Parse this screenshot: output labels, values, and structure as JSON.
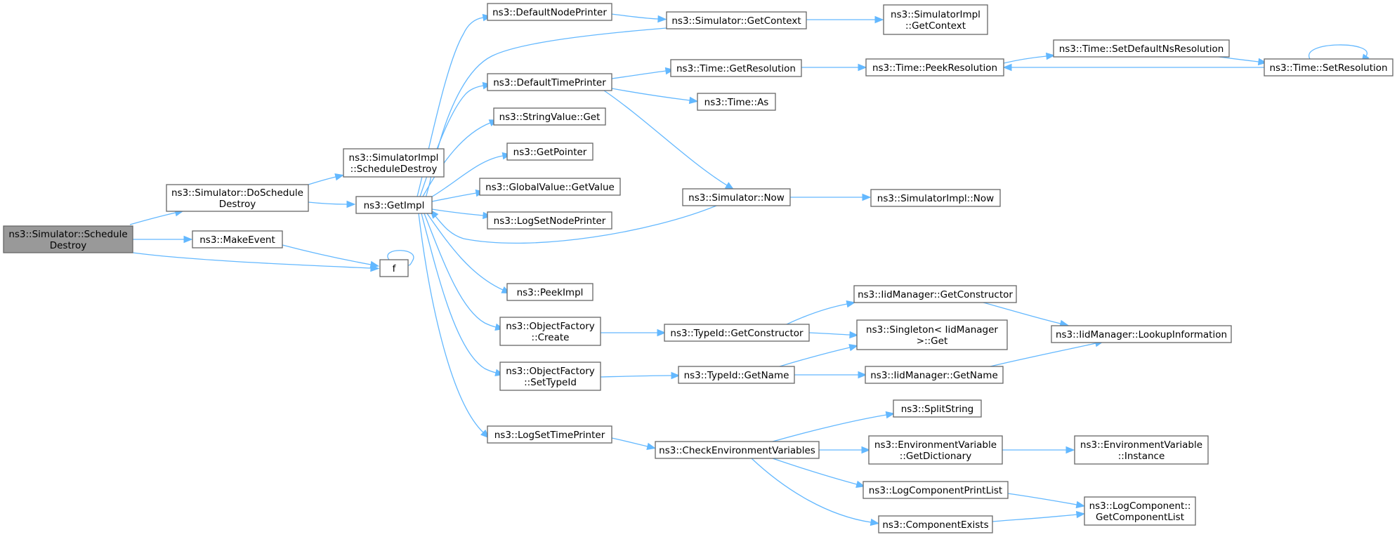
{
  "graph": {
    "nodes": [
      {
        "id": "schedule_destroy",
        "lines": [
          "ns3::Simulator::Schedule",
          "Destroy"
        ],
        "root": true
      },
      {
        "id": "do_schedule_destroy",
        "lines": [
          "ns3::Simulator::DoSchedule",
          "Destroy"
        ]
      },
      {
        "id": "make_event",
        "lines": [
          "ns3::MakeEvent"
        ]
      },
      {
        "id": "f",
        "lines": [
          "f"
        ]
      },
      {
        "id": "simimpl_schedule_destroy",
        "lines": [
          "ns3::SimulatorImpl",
          "::ScheduleDestroy"
        ]
      },
      {
        "id": "get_impl",
        "lines": [
          "ns3::GetImpl"
        ]
      },
      {
        "id": "default_node_printer",
        "lines": [
          "ns3::DefaultNodePrinter"
        ]
      },
      {
        "id": "default_time_printer",
        "lines": [
          "ns3::DefaultTimePrinter"
        ]
      },
      {
        "id": "stringvalue_get",
        "lines": [
          "ns3::StringValue::Get"
        ]
      },
      {
        "id": "get_pointer",
        "lines": [
          "ns3::GetPointer"
        ]
      },
      {
        "id": "globalvalue_getvalue",
        "lines": [
          "ns3::GlobalValue::GetValue"
        ]
      },
      {
        "id": "log_set_node_printer",
        "lines": [
          "ns3::LogSetNodePrinter"
        ]
      },
      {
        "id": "peek_impl",
        "lines": [
          "ns3::PeekImpl"
        ]
      },
      {
        "id": "objectfactory_create",
        "lines": [
          "ns3::ObjectFactory",
          "::Create"
        ]
      },
      {
        "id": "objectfactory_settypeid",
        "lines": [
          "ns3::ObjectFactory",
          "::SetTypeId"
        ]
      },
      {
        "id": "log_set_time_printer",
        "lines": [
          "ns3::LogSetTimePrinter"
        ]
      },
      {
        "id": "simulator_getcontext",
        "lines": [
          "ns3::Simulator::GetContext"
        ]
      },
      {
        "id": "simimpl_getcontext",
        "lines": [
          "ns3::SimulatorImpl",
          "::GetContext"
        ]
      },
      {
        "id": "time_getresolution",
        "lines": [
          "ns3::Time::GetResolution"
        ]
      },
      {
        "id": "time_as",
        "lines": [
          "ns3::Time::As"
        ]
      },
      {
        "id": "simulator_now",
        "lines": [
          "ns3::Simulator::Now"
        ]
      },
      {
        "id": "simimpl_now",
        "lines": [
          "ns3::SimulatorImpl::Now"
        ]
      },
      {
        "id": "time_peekresolution",
        "lines": [
          "ns3::Time::PeekResolution"
        ]
      },
      {
        "id": "time_setdefaultnsresolution",
        "lines": [
          "ns3::Time::SetDefaultNsResolution"
        ]
      },
      {
        "id": "time_setresolution",
        "lines": [
          "ns3::Time::SetResolution"
        ]
      },
      {
        "id": "typeid_getconstructor",
        "lines": [
          "ns3::TypeId::GetConstructor"
        ]
      },
      {
        "id": "typeid_getname",
        "lines": [
          "ns3::TypeId::GetName"
        ]
      },
      {
        "id": "iidmanager_getconstructor",
        "lines": [
          "ns3::IidManager::GetConstructor"
        ]
      },
      {
        "id": "singleton_get",
        "lines": [
          "ns3::Singleton< IidManager",
          " >::Get"
        ]
      },
      {
        "id": "iidmanager_getname",
        "lines": [
          "ns3::IidManager::GetName"
        ]
      },
      {
        "id": "iidmanager_lookupinformation",
        "lines": [
          "ns3::IidManager::LookupInformation"
        ]
      },
      {
        "id": "check_env_vars",
        "lines": [
          "ns3::CheckEnvironmentVariables"
        ]
      },
      {
        "id": "split_string",
        "lines": [
          "ns3::SplitString"
        ]
      },
      {
        "id": "envvar_getdictionary",
        "lines": [
          "ns3::EnvironmentVariable",
          "::GetDictionary"
        ]
      },
      {
        "id": "envvar_instance",
        "lines": [
          "ns3::EnvironmentVariable",
          "::Instance"
        ]
      },
      {
        "id": "logcomponent_printlist",
        "lines": [
          "ns3::LogComponentPrintList"
        ]
      },
      {
        "id": "component_exists",
        "lines": [
          "ns3::ComponentExists"
        ]
      },
      {
        "id": "logcomponent_getcomponentlist",
        "lines": [
          "ns3::LogComponent::",
          "GetComponentList"
        ]
      }
    ],
    "edges": [
      {
        "from": "schedule_destroy",
        "to": "do_schedule_destroy"
      },
      {
        "from": "schedule_destroy",
        "to": "make_event"
      },
      {
        "from": "schedule_destroy",
        "to": "f"
      },
      {
        "from": "do_schedule_destroy",
        "to": "simimpl_schedule_destroy"
      },
      {
        "from": "do_schedule_destroy",
        "to": "get_impl"
      },
      {
        "from": "make_event",
        "to": "f"
      },
      {
        "from": "f",
        "to": "f"
      },
      {
        "from": "get_impl",
        "to": "default_node_printer"
      },
      {
        "from": "get_impl",
        "to": "default_time_printer"
      },
      {
        "from": "get_impl",
        "to": "stringvalue_get"
      },
      {
        "from": "get_impl",
        "to": "get_pointer"
      },
      {
        "from": "get_impl",
        "to": "globalvalue_getvalue"
      },
      {
        "from": "get_impl",
        "to": "log_set_node_printer"
      },
      {
        "from": "get_impl",
        "to": "peek_impl"
      },
      {
        "from": "get_impl",
        "to": "objectfactory_create"
      },
      {
        "from": "get_impl",
        "to": "objectfactory_settypeid"
      },
      {
        "from": "get_impl",
        "to": "log_set_time_printer"
      },
      {
        "from": "default_node_printer",
        "to": "simulator_getcontext"
      },
      {
        "from": "simulator_getcontext",
        "to": "simimpl_getcontext"
      },
      {
        "from": "simulator_getcontext",
        "to": "get_impl"
      },
      {
        "from": "default_time_printer",
        "to": "time_getresolution"
      },
      {
        "from": "default_time_printer",
        "to": "time_as"
      },
      {
        "from": "default_time_printer",
        "to": "simulator_now"
      },
      {
        "from": "time_getresolution",
        "to": "time_peekresolution"
      },
      {
        "from": "time_peekresolution",
        "to": "time_setdefaultnsresolution"
      },
      {
        "from": "time_setdefaultnsresolution",
        "to": "time_setresolution"
      },
      {
        "from": "time_setresolution",
        "to": "time_peekresolution"
      },
      {
        "from": "time_setresolution",
        "to": "time_setresolution"
      },
      {
        "from": "simulator_now",
        "to": "simimpl_now"
      },
      {
        "from": "simulator_now",
        "to": "get_impl"
      },
      {
        "from": "objectfactory_create",
        "to": "typeid_getconstructor"
      },
      {
        "from": "objectfactory_settypeid",
        "to": "typeid_getname"
      },
      {
        "from": "typeid_getconstructor",
        "to": "iidmanager_getconstructor"
      },
      {
        "from": "typeid_getconstructor",
        "to": "singleton_get"
      },
      {
        "from": "typeid_getname",
        "to": "singleton_get"
      },
      {
        "from": "typeid_getname",
        "to": "iidmanager_getname"
      },
      {
        "from": "iidmanager_getconstructor",
        "to": "iidmanager_lookupinformation"
      },
      {
        "from": "iidmanager_getname",
        "to": "iidmanager_lookupinformation"
      },
      {
        "from": "log_set_time_printer",
        "to": "check_env_vars"
      },
      {
        "from": "check_env_vars",
        "to": "split_string"
      },
      {
        "from": "check_env_vars",
        "to": "envvar_getdictionary"
      },
      {
        "from": "check_env_vars",
        "to": "logcomponent_printlist"
      },
      {
        "from": "check_env_vars",
        "to": "component_exists"
      },
      {
        "from": "envvar_getdictionary",
        "to": "envvar_instance"
      },
      {
        "from": "logcomponent_printlist",
        "to": "logcomponent_getcomponentlist"
      },
      {
        "from": "component_exists",
        "to": "logcomponent_getcomponentlist"
      }
    ]
  },
  "colors": {
    "edge": "#63b8ff",
    "node_border": "#666666",
    "root_fill": "#999999",
    "node_fill": "#ffffff"
  }
}
